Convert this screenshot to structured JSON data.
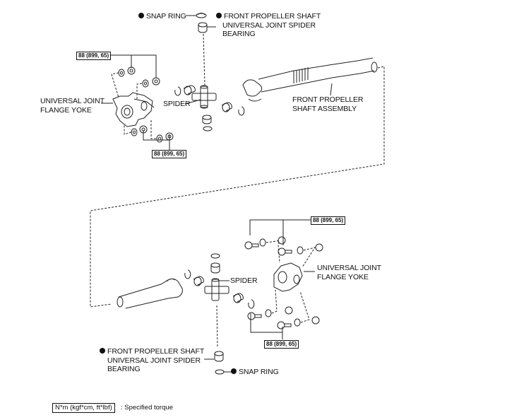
{
  "diagram": {
    "upper": {
      "snap_ring": "SNAP RING",
      "bearing": [
        "FRONT PROPELLER SHAFT",
        "UNIVERSAL JOINT SPIDER",
        "BEARING"
      ],
      "flange_yoke": [
        "UNIVERSAL JOINT",
        "FLANGE YOKE"
      ],
      "spider": "SPIDER",
      "shaft_assembly": [
        "FRONT PROPELLER",
        "SHAFT ASSEMBLY"
      ],
      "torque_top": "88 (899, 65)",
      "torque_bottom": "88 (899, 65)"
    },
    "lower": {
      "torque_top": "88 (899, 65)",
      "flange_yoke": [
        "UNIVERSAL JOINT",
        "FLANGE YOKE"
      ],
      "spider": "SPIDER",
      "torque_bottom": "88 (899, 65)",
      "bearing": [
        "FRONT PROPELLER SHAFT",
        "UNIVERSAL JOINT SPIDER",
        "BEARING"
      ],
      "snap_ring": "SNAP RING"
    },
    "legend": {
      "unit": "N*m (kgf*cm, ft*lbf)",
      "description": ": Specified torque"
    },
    "markers": {
      "non_reusable_part": "filled-circle-icon"
    }
  }
}
